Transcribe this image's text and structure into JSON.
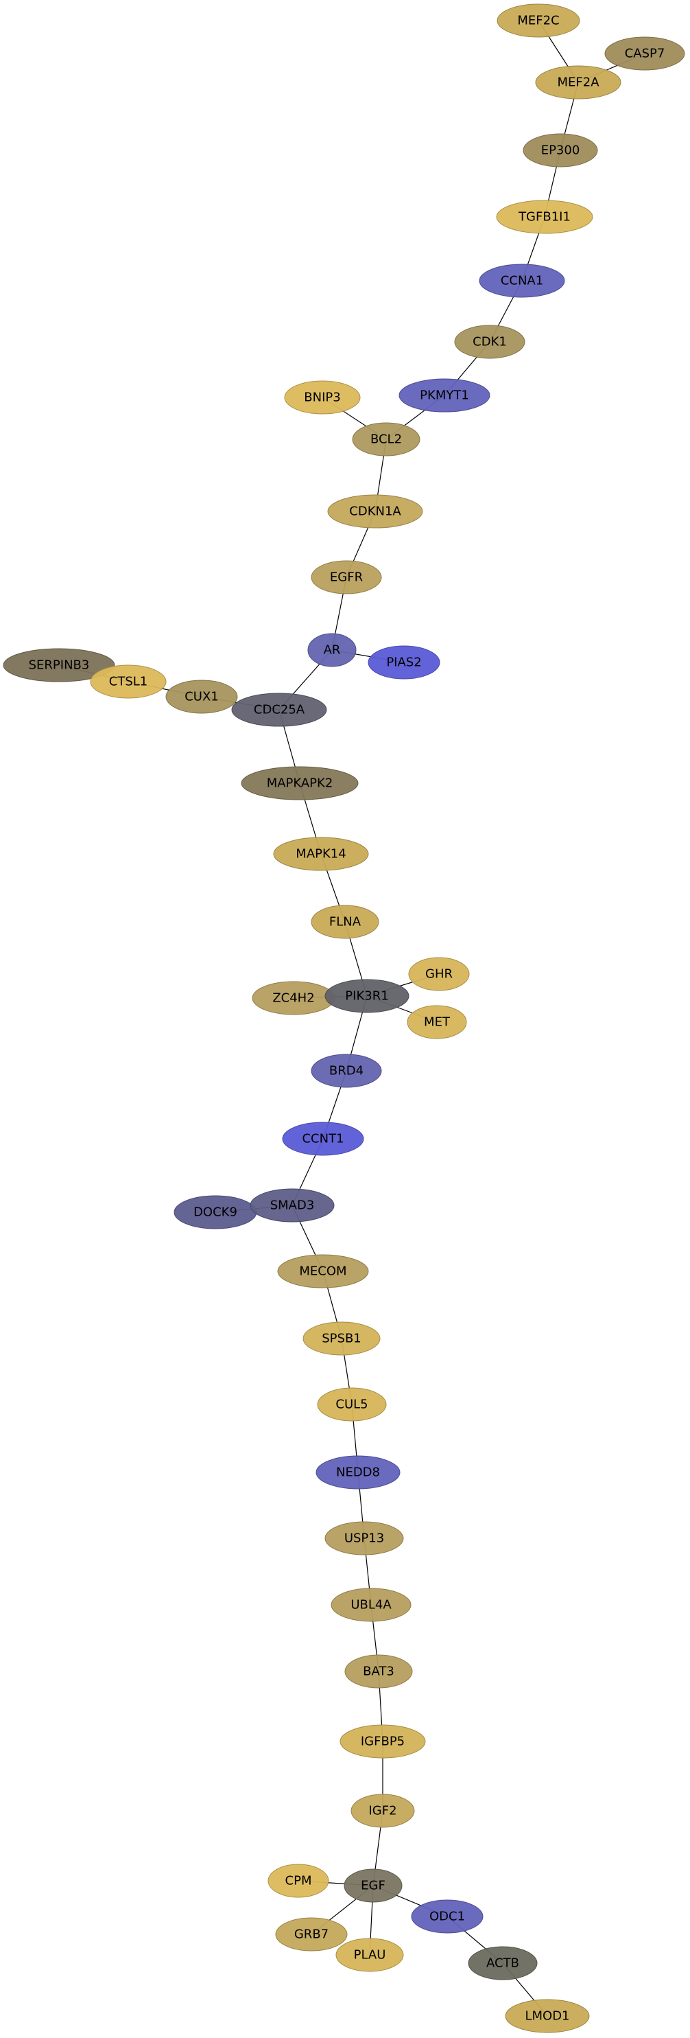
{
  "palette": {
    "gold": "#c8ab56",
    "pale_gold": "#dcb95a",
    "olive": "#9f8c5b",
    "dark_olive": "#7c7258",
    "slate": "#616170",
    "grey": "#6b6a5f",
    "blue": "#6262ba",
    "bright_blue": "#5b5bd7",
    "navy": "#5c5c8f"
  },
  "nodes": [
    {
      "id": "MEF2C",
      "label": "MEF2C",
      "color": "#c8ab56"
    },
    {
      "id": "CASP7",
      "label": "CASP7",
      "color": "#9f8c5b"
    },
    {
      "id": "MEF2A",
      "label": "MEF2A",
      "color": "#c8ab56"
    },
    {
      "id": "EP300",
      "label": "EP300",
      "color": "#9f8c5b"
    },
    {
      "id": "TGFB1I1",
      "label": "TGFB1I1",
      "color": "#dcb95a"
    },
    {
      "id": "CCNA1",
      "label": "CCNA1",
      "color": "#6262ba"
    },
    {
      "id": "CDK1",
      "label": "CDK1",
      "color": "#a6955e"
    },
    {
      "id": "BNIP3",
      "label": "BNIP3",
      "color": "#dcb95a"
    },
    {
      "id": "PKMYT1",
      "label": "PKMYT1",
      "color": "#6262ba"
    },
    {
      "id": "BCL2",
      "label": "BCL2",
      "color": "#ad9a5f"
    },
    {
      "id": "CDKN1A",
      "label": "CDKN1A",
      "color": "#c4a85c"
    },
    {
      "id": "EGFR",
      "label": "EGFR",
      "color": "#b9a05e"
    },
    {
      "id": "AR",
      "label": "AR",
      "color": "#6464b0"
    },
    {
      "id": "PIAS2",
      "label": "PIAS2",
      "color": "#5b5bd7"
    },
    {
      "id": "SERPINB3",
      "label": "SERPINB3",
      "color": "#7c7258"
    },
    {
      "id": "CTSL1",
      "label": "CTSL1",
      "color": "#dcb95a"
    },
    {
      "id": "CUX1",
      "label": "CUX1",
      "color": "#a6955e"
    },
    {
      "id": "CDC25A",
      "label": "CDC25A",
      "color": "#616170"
    },
    {
      "id": "MAPKAPK2",
      "label": "MAPKAPK2",
      "color": "#857858"
    },
    {
      "id": "MAPK14",
      "label": "MAPK14",
      "color": "#c8ab56"
    },
    {
      "id": "FLNA",
      "label": "FLNA",
      "color": "#c8ab56"
    },
    {
      "id": "GHR",
      "label": "GHR",
      "color": "#d6b55a"
    },
    {
      "id": "ZC4H2",
      "label": "ZC4H2",
      "color": "#b69e5e"
    },
    {
      "id": "PIK3R1",
      "label": "PIK3R1",
      "color": "#616168"
    },
    {
      "id": "MET",
      "label": "MET",
      "color": "#d6b55a"
    },
    {
      "id": "BRD4",
      "label": "BRD4",
      "color": "#6464b0"
    },
    {
      "id": "CCNT1",
      "label": "CCNT1",
      "color": "#5b5bd7"
    },
    {
      "id": "DOCK9",
      "label": "DOCK9",
      "color": "#5c5c8f"
    },
    {
      "id": "SMAD3",
      "label": "SMAD3",
      "color": "#5e5e88"
    },
    {
      "id": "MECOM",
      "label": "MECOM",
      "color": "#b69e5e"
    },
    {
      "id": "SPSB1",
      "label": "SPSB1",
      "color": "#d3b35a"
    },
    {
      "id": "CUL5",
      "label": "CUL5",
      "color": "#d6b55a"
    },
    {
      "id": "NEDD8",
      "label": "NEDD8",
      "color": "#6262ba"
    },
    {
      "id": "USP13",
      "label": "USP13",
      "color": "#b69e5e"
    },
    {
      "id": "UBL4A",
      "label": "UBL4A",
      "color": "#b69e5e"
    },
    {
      "id": "BAT3",
      "label": "BAT3",
      "color": "#b69e5e"
    },
    {
      "id": "IGFBP5",
      "label": "IGFBP5",
      "color": "#d3b35a"
    },
    {
      "id": "IGF2",
      "label": "IGF2",
      "color": "#c4a85c"
    },
    {
      "id": "CPM",
      "label": "CPM",
      "color": "#dcb95a"
    },
    {
      "id": "EGF",
      "label": "EGF",
      "color": "#7a7461"
    },
    {
      "id": "ODC1",
      "label": "ODC1",
      "color": "#6262ba"
    },
    {
      "id": "GRB7",
      "label": "GRB7",
      "color": "#c4a85c"
    },
    {
      "id": "PLAU",
      "label": "PLAU",
      "color": "#d6b55a"
    },
    {
      "id": "ACTB",
      "label": "ACTB",
      "color": "#6b6a5f"
    },
    {
      "id": "LMOD1",
      "label": "LMOD1",
      "color": "#c8ab56"
    }
  ],
  "edges": [
    [
      "MEF2C",
      "MEF2A"
    ],
    [
      "CASP7",
      "MEF2A"
    ],
    [
      "MEF2A",
      "EP300"
    ],
    [
      "EP300",
      "TGFB1I1"
    ],
    [
      "TGFB1I1",
      "CCNA1"
    ],
    [
      "CCNA1",
      "CDK1"
    ],
    [
      "CDK1",
      "PKMYT1"
    ],
    [
      "BNIP3",
      "BCL2"
    ],
    [
      "PKMYT1",
      "BCL2"
    ],
    [
      "BCL2",
      "CDKN1A"
    ],
    [
      "CDKN1A",
      "EGFR"
    ],
    [
      "EGFR",
      "AR"
    ],
    [
      "AR",
      "PIAS2"
    ],
    [
      "AR",
      "CDC25A"
    ],
    [
      "SERPINB3",
      "CTSL1"
    ],
    [
      "CTSL1",
      "CUX1"
    ],
    [
      "CUX1",
      "CDC25A"
    ],
    [
      "CDC25A",
      "MAPKAPK2"
    ],
    [
      "MAPKAPK2",
      "MAPK14"
    ],
    [
      "MAPK14",
      "FLNA"
    ],
    [
      "FLNA",
      "PIK3R1"
    ],
    [
      "GHR",
      "PIK3R1"
    ],
    [
      "ZC4H2",
      "PIK3R1"
    ],
    [
      "PIK3R1",
      "MET"
    ],
    [
      "PIK3R1",
      "BRD4"
    ],
    [
      "BRD4",
      "CCNT1"
    ],
    [
      "CCNT1",
      "SMAD3"
    ],
    [
      "DOCK9",
      "SMAD3"
    ],
    [
      "SMAD3",
      "MECOM"
    ],
    [
      "MECOM",
      "SPSB1"
    ],
    [
      "SPSB1",
      "CUL5"
    ],
    [
      "CUL5",
      "NEDD8"
    ],
    [
      "NEDD8",
      "USP13"
    ],
    [
      "USP13",
      "UBL4A"
    ],
    [
      "UBL4A",
      "BAT3"
    ],
    [
      "BAT3",
      "IGFBP5"
    ],
    [
      "IGFBP5",
      "IGF2"
    ],
    [
      "IGF2",
      "EGF"
    ],
    [
      "CPM",
      "EGF"
    ],
    [
      "EGF",
      "ODC1"
    ],
    [
      "EGF",
      "GRB7"
    ],
    [
      "EGF",
      "PLAU"
    ],
    [
      "ODC1",
      "ACTB"
    ],
    [
      "ACTB",
      "LMOD1"
    ]
  ]
}
